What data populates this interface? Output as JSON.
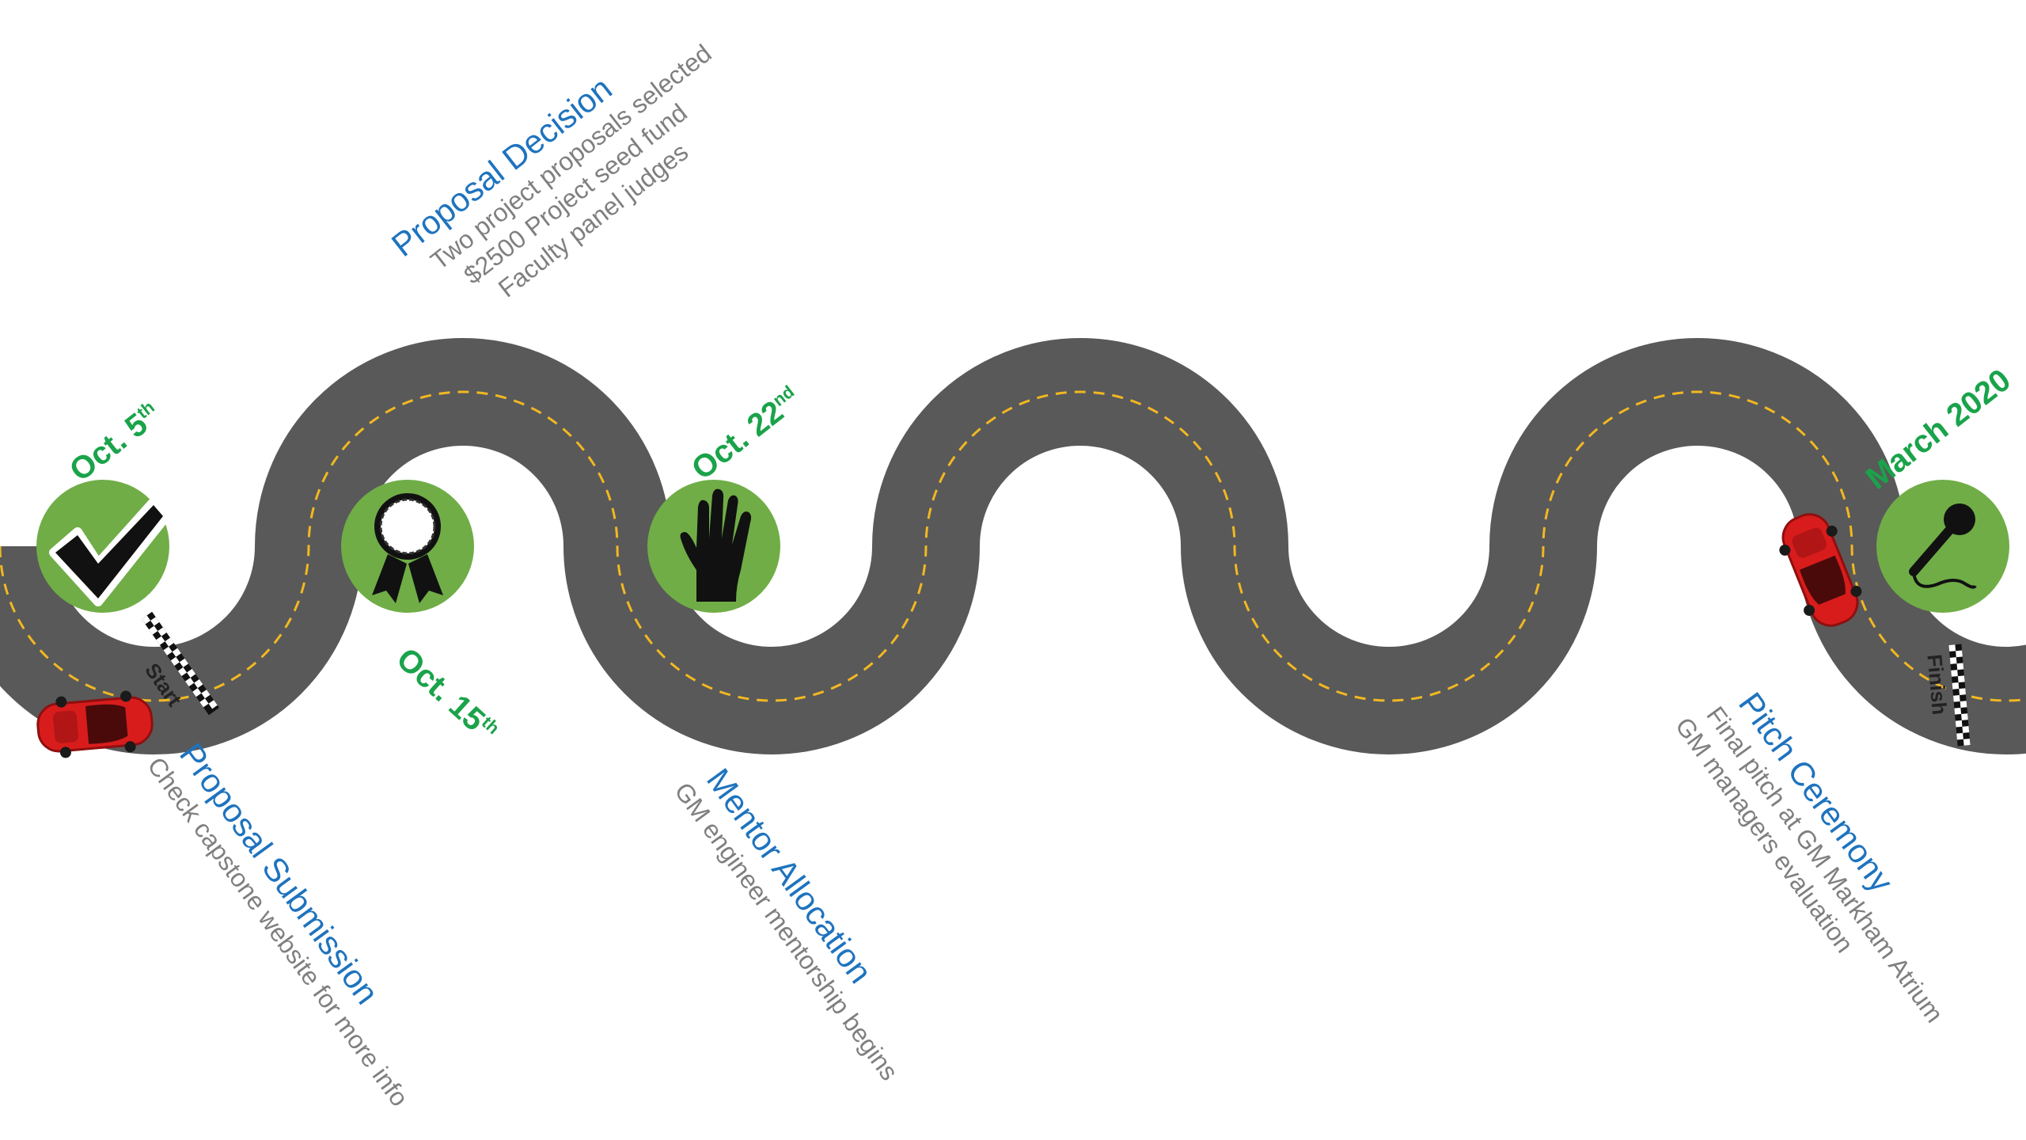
{
  "milestones": {
    "m1": {
      "date": "Oct. 5",
      "suffix": "th",
      "title": "Proposal Submission",
      "desc": [
        "Check capstone website for more info"
      ],
      "icon": "checkmark-icon"
    },
    "m2": {
      "date": "Oct. 15",
      "suffix": "th",
      "title": "Proposal Decision",
      "desc": [
        "Two project proposals selected",
        "$2500 Project seed fund",
        "Faculty panel judges"
      ],
      "icon": "award-ribbon-icon"
    },
    "m3": {
      "date": "Oct. 22",
      "suffix": "nd",
      "title": "Mentor Allocation",
      "desc": [
        "GM engineer mentorship begins"
      ],
      "icon": "hand-icon"
    },
    "m4": {
      "date": "March 2020",
      "suffix": "",
      "title": "Pitch Ceremony",
      "desc": [
        "Final pitch at GM Markham Atrium",
        "GM managers evaluation"
      ],
      "icon": "microphone-icon"
    }
  },
  "flags": {
    "start": "Start",
    "finish": "Finish"
  },
  "colors": {
    "road": "#595959",
    "center_line": "#f2b822",
    "circle": "#70ad47",
    "date": "#1aa34a",
    "title": "#1e73be",
    "desc": "#7f7f7f",
    "car": "#d81c1c"
  }
}
